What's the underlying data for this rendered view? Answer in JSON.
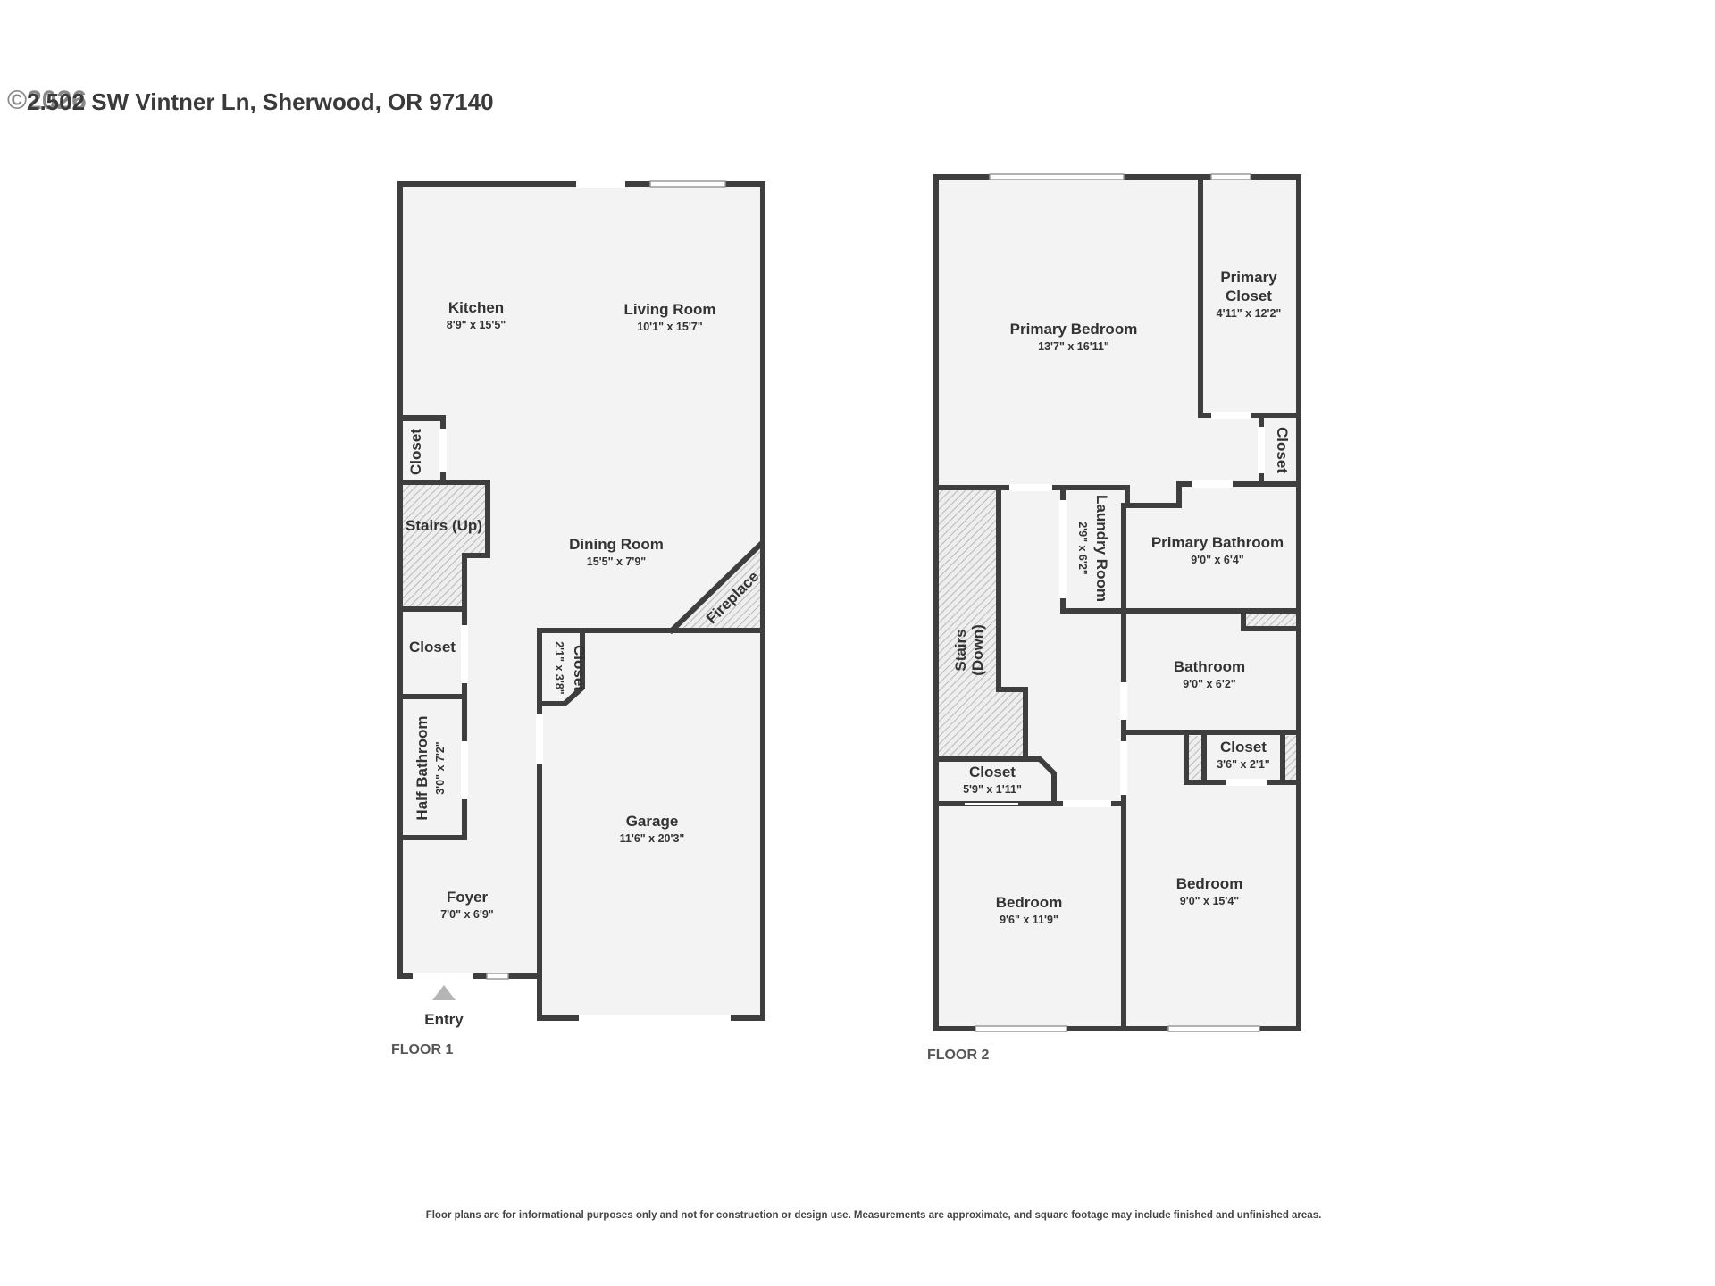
{
  "header": {
    "copyright_watermark": "©2026",
    "address": "2.502 SW Vintner Ln, Sherwood, OR 97140"
  },
  "floor1": {
    "label": "FLOOR 1",
    "entry_label": "Entry",
    "rooms": {
      "kitchen": {
        "name": "Kitchen",
        "dims": "8'9\" x 15'5\""
      },
      "living_room": {
        "name": "Living Room",
        "dims": "10'1\" x 15'7\""
      },
      "closet_a": {
        "name": "Closet"
      },
      "stairs_up": {
        "name": "Stairs (Up)"
      },
      "dining_room": {
        "name": "Dining Room",
        "dims": "15'5\" x 7'9\""
      },
      "fireplace": {
        "name": "Fireplace"
      },
      "closet_b": {
        "name": "Closet"
      },
      "closet_c": {
        "name": "Closet",
        "dims": "2'1\" x 3'8\""
      },
      "half_bathroom": {
        "name": "Half Bathroom",
        "dims": "3'0\" x 7'2\""
      },
      "garage": {
        "name": "Garage",
        "dims": "11'6\" x 20'3\""
      },
      "foyer": {
        "name": "Foyer",
        "dims": "7'0\" x 6'9\""
      }
    }
  },
  "floor2": {
    "label": "FLOOR 2",
    "rooms": {
      "primary_bedroom": {
        "name": "Primary Bedroom",
        "dims": "13'7\" x 16'11\""
      },
      "primary_closet": {
        "name_line1": "Primary",
        "name_line2": "Closet",
        "dims": "4'11\" x 12'2\""
      },
      "closet_small": {
        "name": "Closet"
      },
      "laundry_room": {
        "name": "Laundry Room",
        "dims": "2'9\" x 6'2\""
      },
      "primary_bathroom": {
        "name": "Primary Bathroom",
        "dims": "9'0\" x 6'4\""
      },
      "stairs_down": {
        "name_line1": "Stairs",
        "name_line2": "(Down)"
      },
      "bathroom": {
        "name": "Bathroom",
        "dims": "9'0\" x 6'2\""
      },
      "closet_hall": {
        "name": "Closet",
        "dims": "5'9\" x 1'11\""
      },
      "closet_right": {
        "name": "Closet",
        "dims": "3'6\" x 2'1\""
      },
      "bedroom_left": {
        "name": "Bedroom",
        "dims": "9'6\" x 11'9\""
      },
      "bedroom_right": {
        "name": "Bedroom",
        "dims": "9'0\" x 15'4\""
      }
    }
  },
  "disclaimer": "Floor plans are for informational purposes only and not for construction or design use. Measurements are approximate, and square footage may include finished and unfinished areas.",
  "colors": {
    "wall": "#3e3e3e",
    "floor": "#f3f3f3",
    "hatch": "#b8b8b8",
    "text": "#333333"
  }
}
